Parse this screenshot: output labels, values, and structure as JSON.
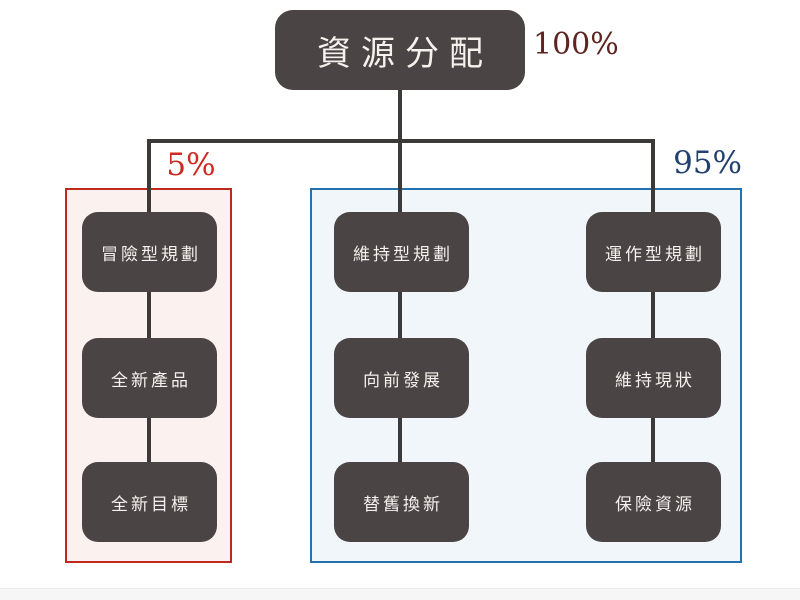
{
  "root": {
    "label": "資源分配",
    "percent": "100%"
  },
  "left_group": {
    "percent": "5%",
    "nodes": [
      "冒險型規劃",
      "全新產品",
      "全新目標"
    ]
  },
  "right_group": {
    "percent": "95%",
    "columns": [
      {
        "nodes": [
          "維持型規劃",
          "向前發展",
          "替舊換新"
        ]
      },
      {
        "nodes": [
          "運作型規劃",
          "維持現狀",
          "保險資源"
        ]
      }
    ]
  },
  "colors": {
    "node_fill": "#4a4444",
    "node_text": "#f5f1ed",
    "connector": "#3b3a39",
    "left_border": "#c0281e",
    "left_fill": "#fbf1ef",
    "left_percent": "#cc2a22",
    "right_border": "#2272b2",
    "right_fill": "#f1f6fa",
    "right_percent": "#24406e",
    "root_percent_color": "#5e2420"
  }
}
